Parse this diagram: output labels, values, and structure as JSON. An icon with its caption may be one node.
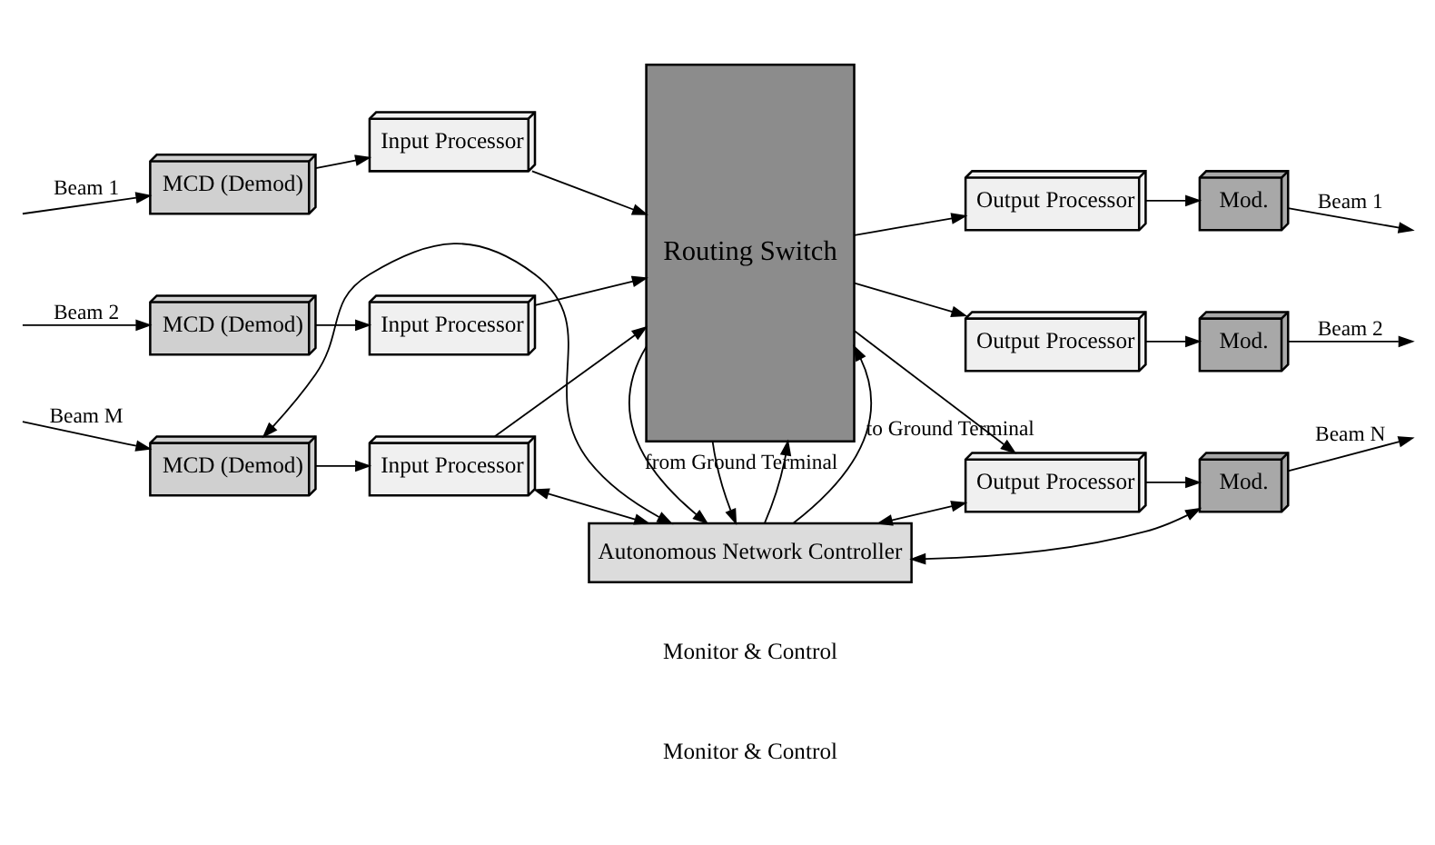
{
  "diagram": {
    "nodes": [
      {
        "text": [
          "MCD (Demod)"
        ]
      },
      {
        "text": [
          "Input Processor"
        ]
      },
      {
        "text": [
          "MCD (Demod)"
        ]
      },
      {
        "text": [
          "Input Processor"
        ]
      },
      {
        "text": [
          "MCD (Demod)"
        ]
      },
      {
        "text": [
          "Input Processor"
        ]
      },
      {
        "text": [
          "Routing Switch"
        ]
      },
      {
        "text": [
          "Output Processor"
        ]
      },
      {
        "text": [
          "Mod."
        ]
      },
      {
        "text": [
          "Output Processor"
        ]
      },
      {
        "text": [
          "Mod."
        ]
      },
      {
        "text": [
          "Output Processor"
        ]
      },
      {
        "text": [
          "Mod."
        ]
      },
      {
        "text": [
          "Autonomous Network Controller"
        ]
      }
    ],
    "edges": [
      {
        "from": null,
        "to": 0,
        "arrow": "to",
        "label": "Beam 1"
      },
      {
        "from": 0,
        "to": 1,
        "arrow": "to"
      },
      {
        "from": 1,
        "to": 6,
        "arrow": "to"
      },
      {
        "from": null,
        "to": 2,
        "arrow": "to",
        "label": "Beam 2"
      },
      {
        "from": 2,
        "to": 3,
        "arrow": "to"
      },
      {
        "from": 3,
        "to": 6,
        "arrow": "to"
      },
      {
        "from": null,
        "to": 4,
        "arrow": "to",
        "label": "Beam M"
      },
      {
        "from": 4,
        "to": 5,
        "arrow": "to"
      },
      {
        "from": 5,
        "to": 6,
        "arrow": "to"
      },
      {
        "from": 6,
        "to": 7,
        "arrow": "to"
      },
      {
        "from": 7,
        "to": 8,
        "arrow": "to"
      },
      {
        "from": 8,
        "to": null,
        "arrow": "to",
        "label": "Beam 1"
      },
      {
        "from": 6,
        "to": 9,
        "arrow": "to"
      },
      {
        "from": 9,
        "to": 10,
        "arrow": "to"
      },
      {
        "from": 10,
        "to": null,
        "arrow": "to",
        "label": "Beam 2"
      },
      {
        "from": 6,
        "to": 11,
        "arrow": "to"
      },
      {
        "from": 11,
        "to": 12,
        "arrow": "to"
      },
      {
        "from": 12,
        "to": null,
        "arrow": "to",
        "label": "Beam N"
      },
      {
        "from": 13,
        "to": 6,
        "arrow": "to",
        "label": "to Ground Terminal"
      },
      {
        "from": 13,
        "to": 6,
        "arrow": "to"
      },
      {
        "from": 6,
        "to": 13,
        "arrow": "to"
      },
      {
        "from": 6,
        "to": 13,
        "arrow": "to",
        "label": "from Ground Terminal"
      },
      {
        "from": 13,
        "to": 4,
        "arrow": "both"
      },
      {
        "from": 13,
        "to": 5,
        "arrow": "both"
      },
      {
        "from": 13,
        "to": 11,
        "arrow": "both"
      },
      {
        "from": 13,
        "to": 12,
        "arrow": "both"
      }
    ],
    "labels": [
      "Monitor & Control",
      "Monitor & Control"
    ]
  }
}
